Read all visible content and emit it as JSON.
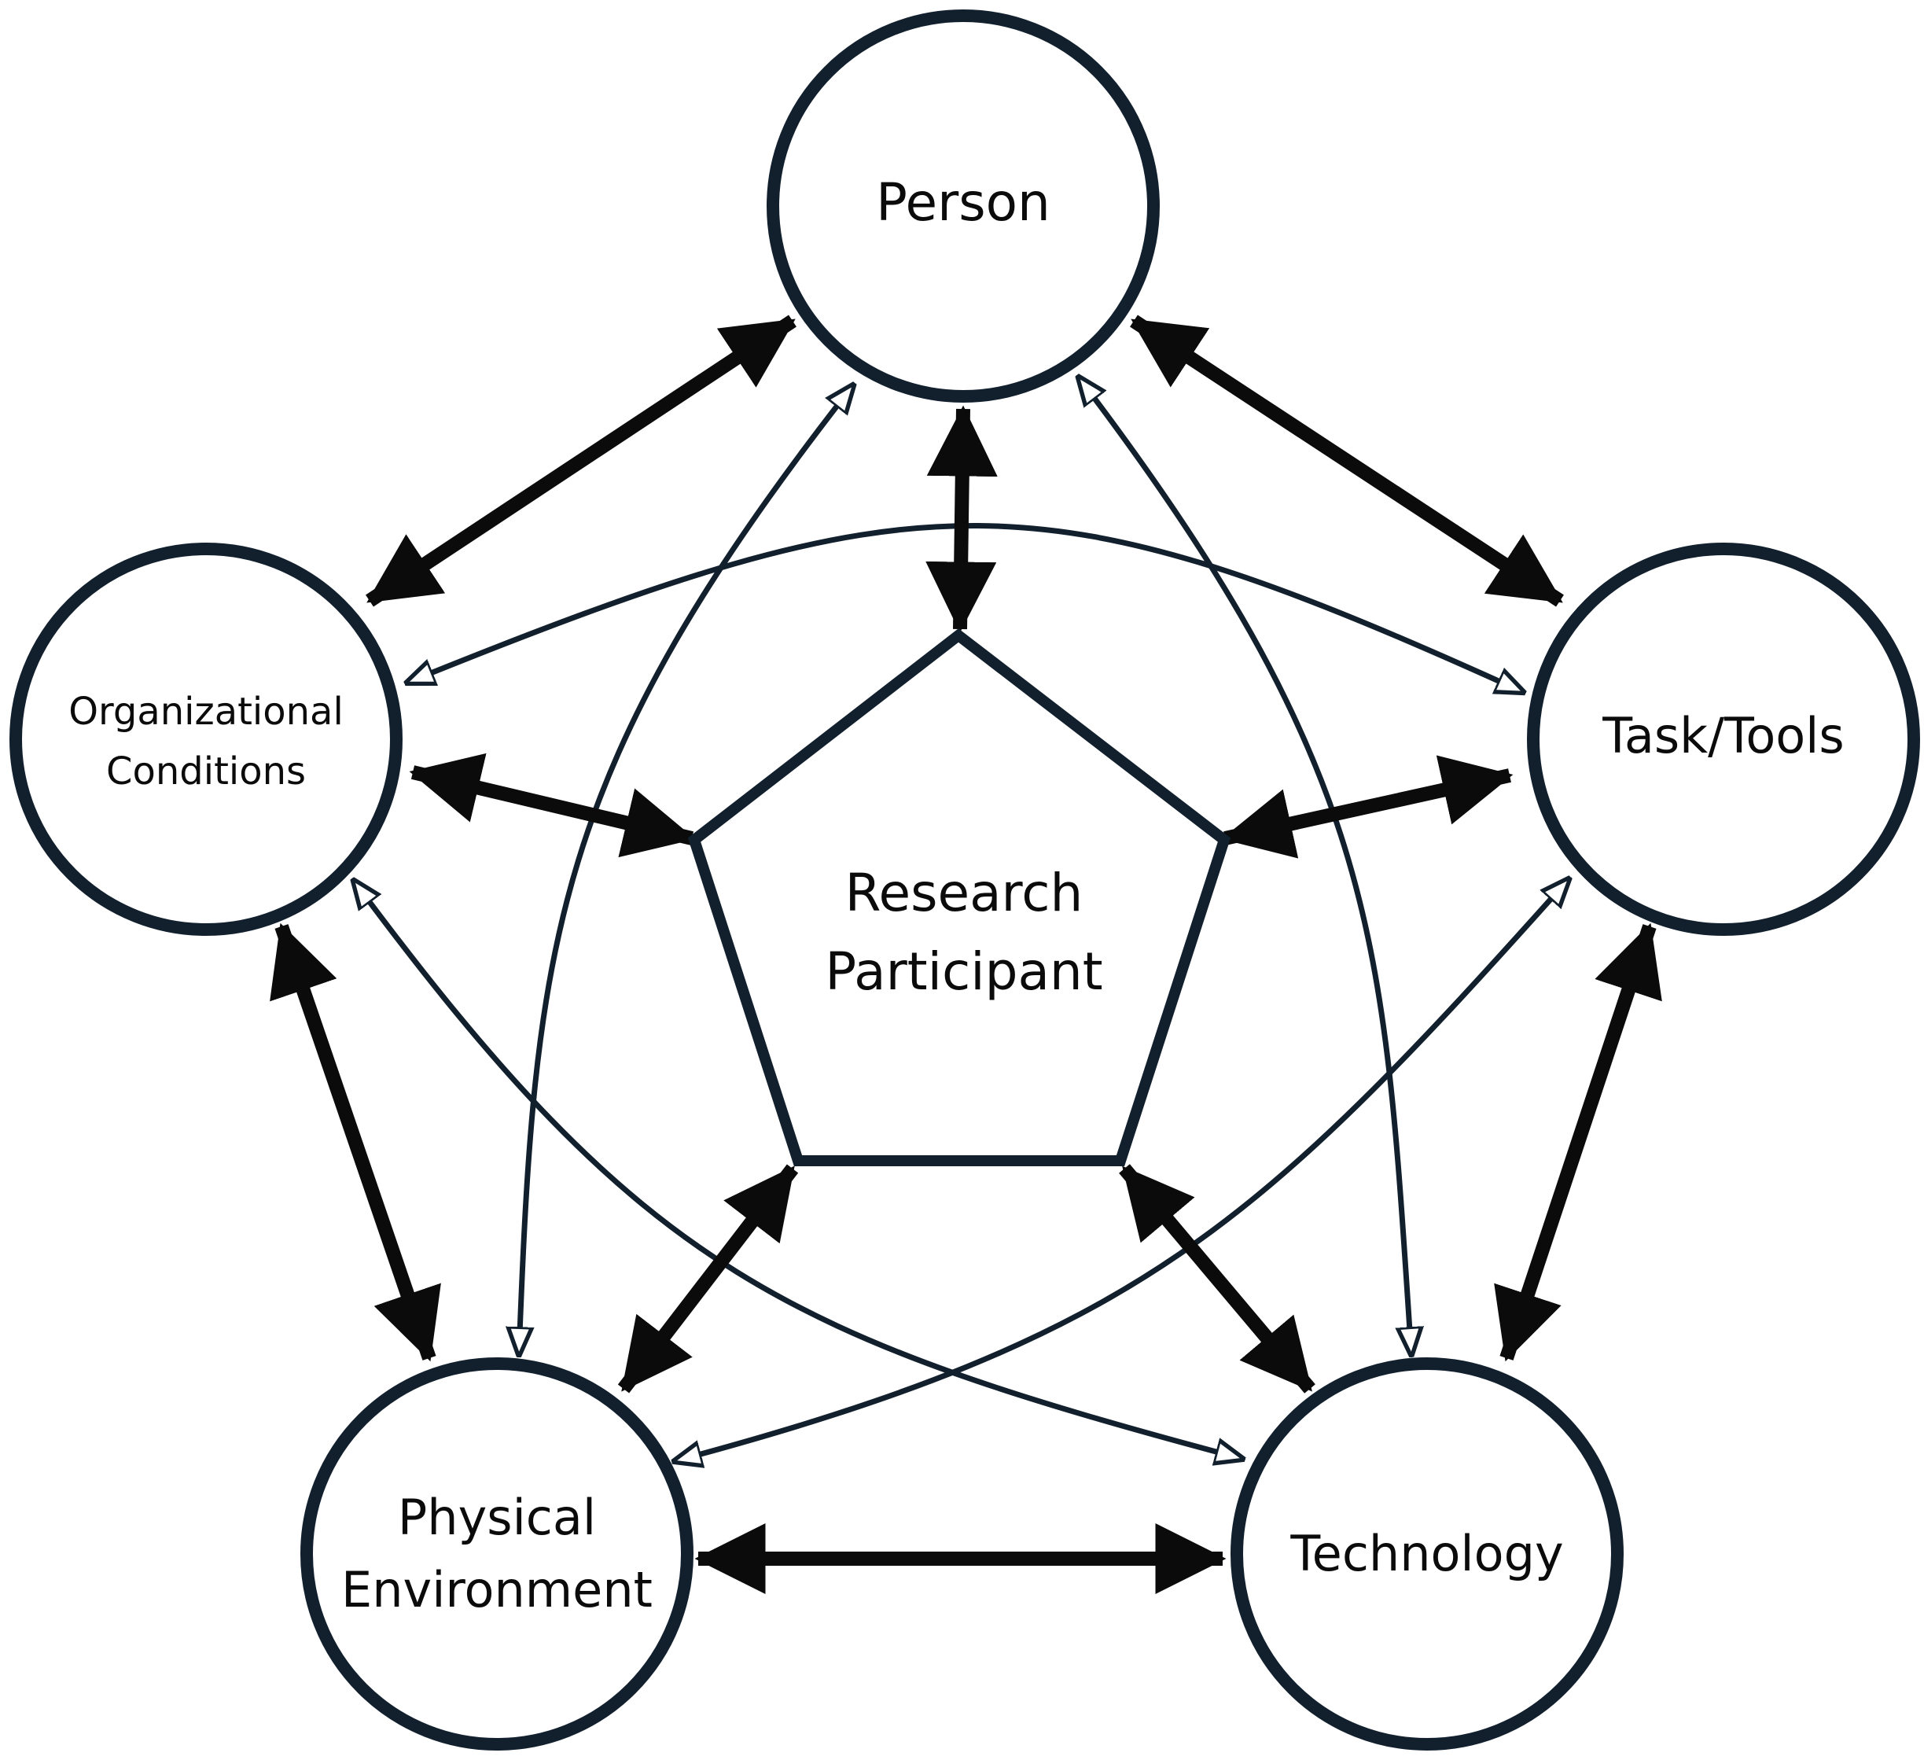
{
  "diagram": {
    "center": {
      "label_line1": "Research",
      "label_line2": "Participant"
    },
    "nodes": {
      "person": {
        "label": "Person"
      },
      "task_tools": {
        "label": "Task/Tools"
      },
      "organizational_conditions": {
        "label_line1": "Organizational",
        "label_line2": "Conditions"
      },
      "physical_environment": {
        "label_line1": "Physical",
        "label_line2": "Environment"
      },
      "technology": {
        "label": "Technology"
      }
    },
    "colors": {
      "outline": "#12202e",
      "arrow": "#0b0b0b",
      "background": "#ffffff"
    }
  }
}
